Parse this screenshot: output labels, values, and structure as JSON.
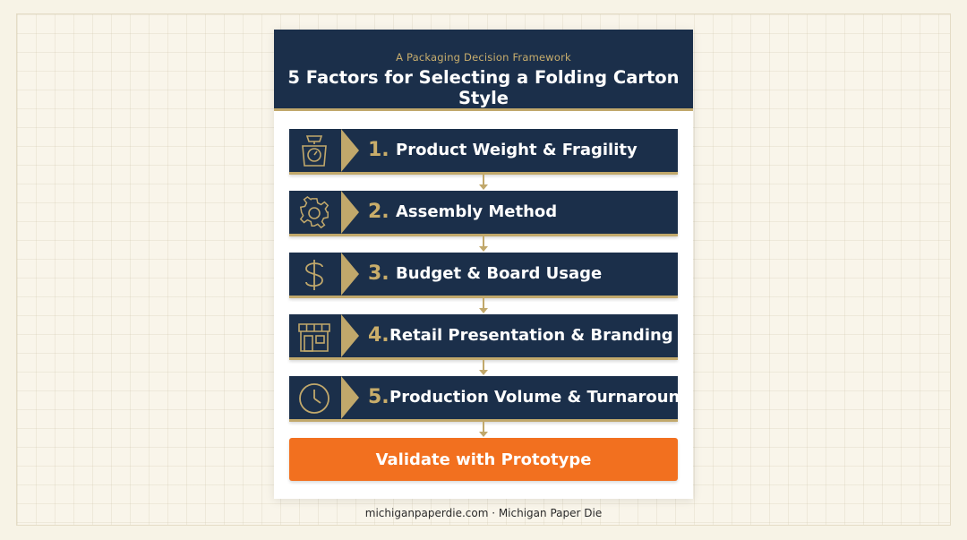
{
  "header": {
    "subtitle": "A Packaging Decision Framework",
    "title": "5 Factors for Selecting a Folding Carton Style"
  },
  "steps": [
    {
      "number": "1.",
      "label": "Product Weight & Fragility",
      "icon": "scale-icon"
    },
    {
      "number": "2.",
      "label": "Assembly Method",
      "icon": "gear-icon"
    },
    {
      "number": "3.",
      "label": "Budget & Board Usage",
      "icon": "dollar-icon"
    },
    {
      "number": "4.",
      "label": "Retail Presentation & Branding",
      "icon": "storefront-icon"
    },
    {
      "number": "5.",
      "label": "Production Volume & Turnaround",
      "icon": "clock-icon"
    }
  ],
  "cta": {
    "label": "Validate with Prototype"
  },
  "footer": {
    "text": "michiganpaperdie.com · Michigan Paper Die"
  },
  "colors": {
    "navy": "#1b2f4a",
    "gold": "#c1a86b",
    "orange": "#f2701f",
    "background": "#f7f3e6"
  }
}
